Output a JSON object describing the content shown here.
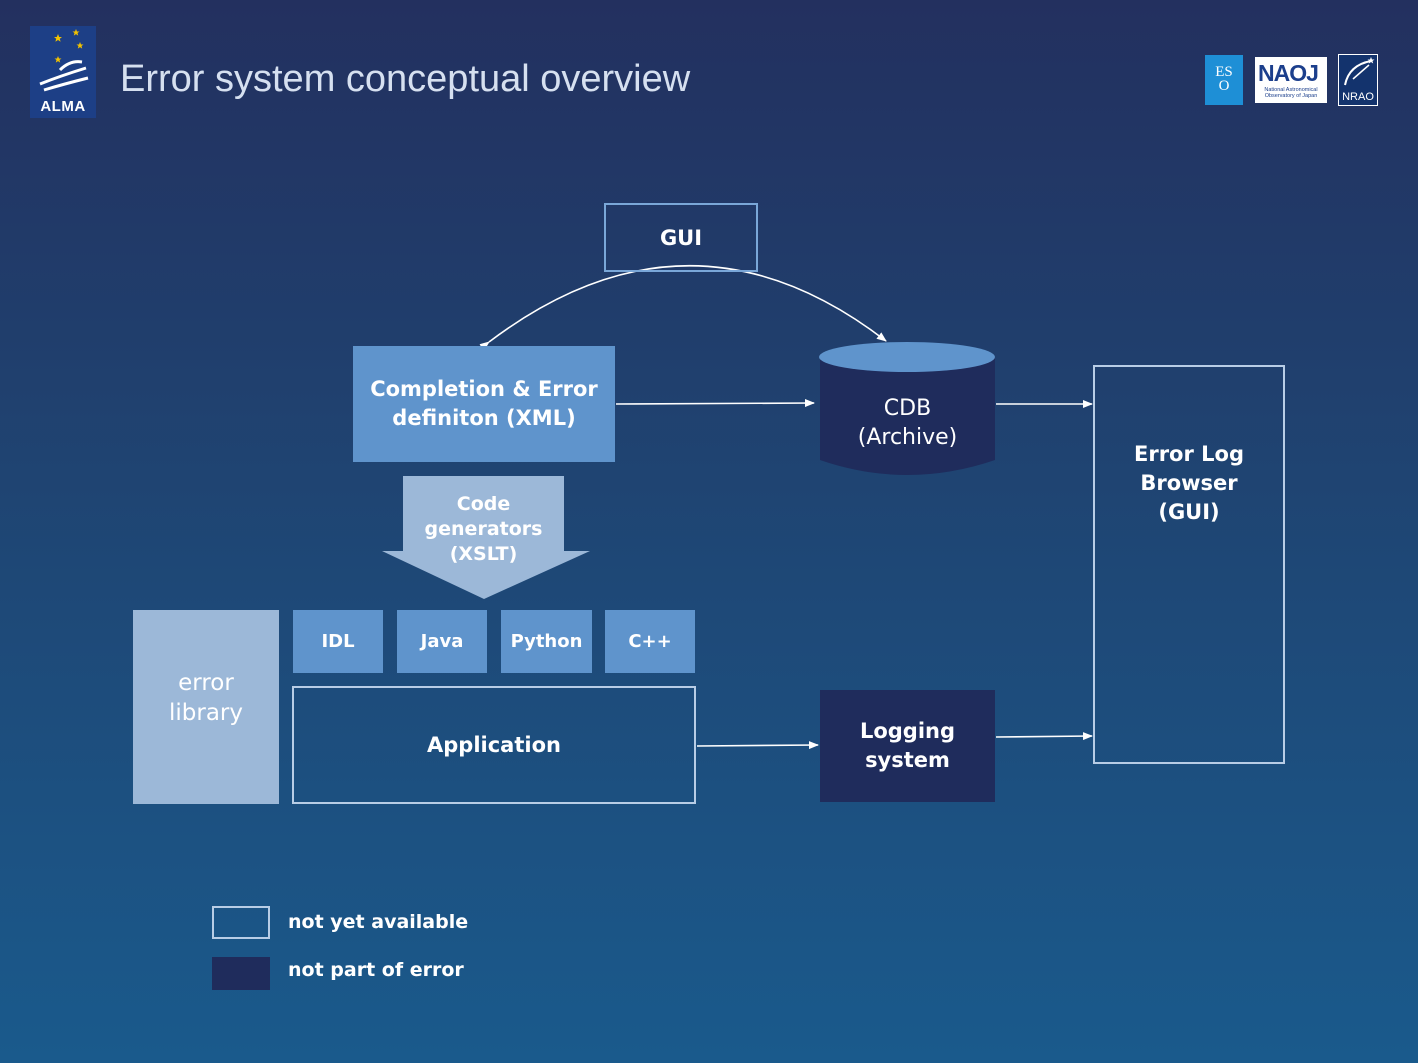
{
  "header": {
    "title": "Error system conceptual overview"
  },
  "logos": {
    "alma": "ALMA",
    "eso_lines": [
      "ES",
      "O"
    ],
    "naoj": "NAOJ",
    "naoj_sub": "National Astronomical Observatory of Japan",
    "nrao": "NRAO"
  },
  "diagram": {
    "gui": "GUI",
    "definition_lines": [
      "Completion & Error",
      "definiton (XML)"
    ],
    "cdb_lines": [
      "CDB",
      "(Archive)"
    ],
    "code_generators_lines": [
      "Code",
      "generators",
      "(XSLT)"
    ],
    "languages": [
      "IDL",
      "Java",
      "Python",
      "C++"
    ],
    "error_library_lines": [
      "error",
      "library"
    ],
    "application": "Application",
    "logging_lines": [
      "Logging",
      "system"
    ],
    "error_log_browser_lines": [
      "Error Log",
      "Browser",
      "(GUI)"
    ]
  },
  "legend": {
    "not_yet_available": "not yet available",
    "not_part_of_error": "not part of error"
  },
  "colors": {
    "background_top": "#23305f",
    "background_bottom": "#1a5a8c",
    "component_blue": "#5f94cc",
    "component_light": "#9cb8d8",
    "external_dark": "#1f2c5c",
    "outline": "#7aa7d8"
  }
}
